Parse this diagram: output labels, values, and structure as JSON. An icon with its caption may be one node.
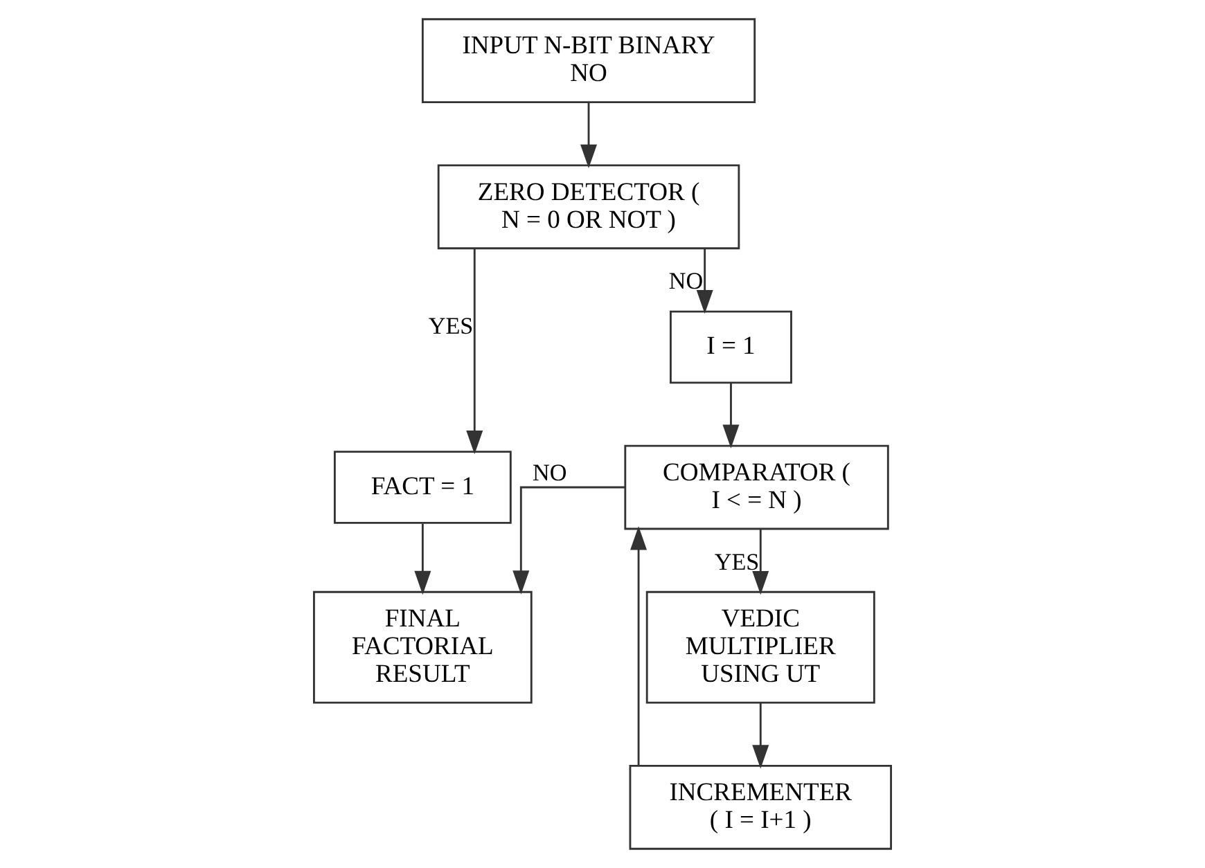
{
  "diagram": {
    "nodes": [
      {
        "text": [
          "INPUT N-BIT BINARY NO"
        ]
      },
      {
        "text": [
          "ZERO DETECTOR ( N = 0 OR NOT )"
        ]
      },
      {
        "text": [
          "FACT = 1"
        ]
      },
      {
        "text": [
          "I = 1"
        ]
      },
      {
        "text": [
          "COMPARATOR ( I < = N )"
        ]
      },
      {
        "text": [
          "VEDIC MULTIPLIER USING UT"
        ]
      },
      {
        "text": [
          "INCREMENTER ( I = I+1 )"
        ]
      },
      {
        "text": [
          "FINAL FACTORIAL RESULT"
        ]
      }
    ],
    "edges": [
      {
        "from": 0,
        "to": 1,
        "arrow": "to"
      },
      {
        "from": 1,
        "to": 2,
        "arrow": "to",
        "label": "YES"
      },
      {
        "from": 1,
        "to": 3,
        "arrow": "to",
        "label": "NO"
      },
      {
        "from": 3,
        "to": 4,
        "arrow": "to"
      },
      {
        "from": 4,
        "to": 5,
        "arrow": "to",
        "label": "YES"
      },
      {
        "from": 5,
        "to": 6,
        "arrow": "to"
      },
      {
        "from": 6,
        "to": 4,
        "arrow": "to"
      },
      {
        "from": 4,
        "to": 7,
        "arrow": "to",
        "label": "NO"
      },
      {
        "from": 2,
        "to": 7,
        "arrow": "to"
      }
    ]
  }
}
